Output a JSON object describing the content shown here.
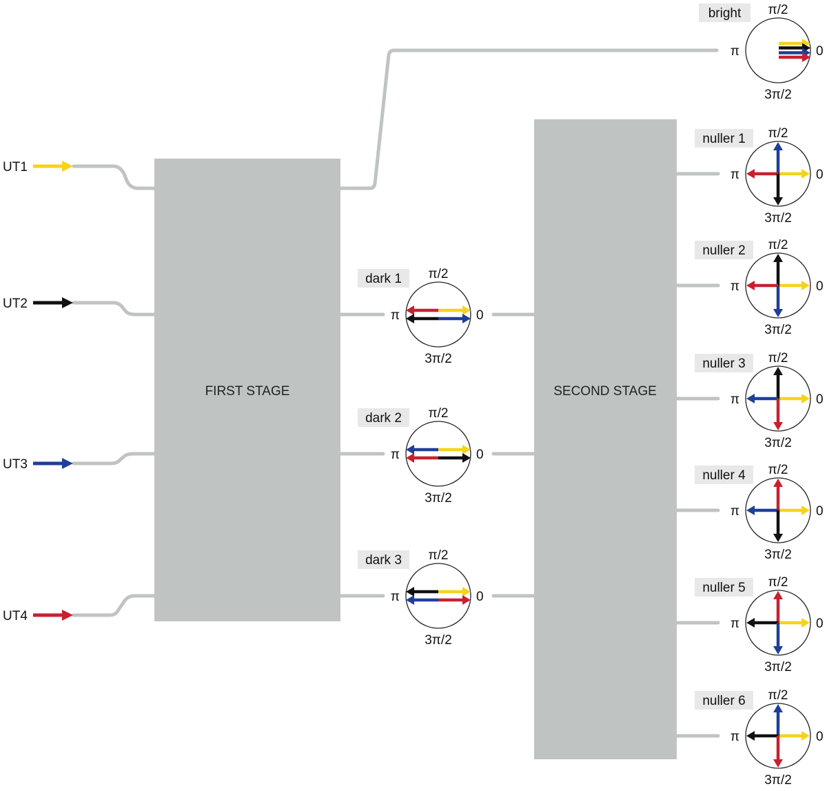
{
  "colors": {
    "ut1": "#f6d31a",
    "ut2": "#111111",
    "ut3": "#1f3e98",
    "ut4": "#c8202f",
    "waveguide": "#bfc4c3",
    "stage_fill": "#bfc4c3",
    "tag_fill": "#e8e8e8"
  },
  "inputs": [
    {
      "label": "UT1",
      "color": "#f6d31a"
    },
    {
      "label": "UT2",
      "color": "#111111"
    },
    {
      "label": "UT3",
      "color": "#1f3e98"
    },
    {
      "label": "UT4",
      "color": "#c8202f"
    }
  ],
  "stages": {
    "first": "FIRST STAGE",
    "second": "SECOND STAGE"
  },
  "axis_labels": {
    "zero": "0",
    "pi_half": "π/2",
    "pi": "π",
    "three_pi_half": "3π/2"
  },
  "outputs": {
    "bright": {
      "label": "bright",
      "phasors": [
        {
          "input": "UT1",
          "angle": "0"
        },
        {
          "input": "UT2",
          "angle": "0"
        },
        {
          "input": "UT3",
          "angle": "0"
        },
        {
          "input": "UT4",
          "angle": "0"
        }
      ]
    },
    "darks": [
      {
        "label": "dark 1",
        "phasors": [
          {
            "input": "UT1",
            "angle": "0"
          },
          {
            "input": "UT4",
            "angle": "π"
          },
          {
            "input": "UT3",
            "angle": "0"
          },
          {
            "input": "UT2",
            "angle": "π"
          }
        ]
      },
      {
        "label": "dark 2",
        "phasors": [
          {
            "input": "UT1",
            "angle": "0"
          },
          {
            "input": "UT3",
            "angle": "π"
          },
          {
            "input": "UT2",
            "angle": "0"
          },
          {
            "input": "UT4",
            "angle": "π"
          }
        ]
      },
      {
        "label": "dark 3",
        "phasors": [
          {
            "input": "UT1",
            "angle": "0"
          },
          {
            "input": "UT2",
            "angle": "π"
          },
          {
            "input": "UT4",
            "angle": "0"
          },
          {
            "input": "UT3",
            "angle": "π"
          }
        ]
      }
    ],
    "nullers": [
      {
        "label": "nuller 1",
        "phasors": [
          {
            "input": "UT1",
            "angle": "0"
          },
          {
            "input": "UT3",
            "angle": "π/2"
          },
          {
            "input": "UT4",
            "angle": "π"
          },
          {
            "input": "UT2",
            "angle": "3π/2"
          }
        ]
      },
      {
        "label": "nuller 2",
        "phasors": [
          {
            "input": "UT1",
            "angle": "0"
          },
          {
            "input": "UT2",
            "angle": "π/2"
          },
          {
            "input": "UT4",
            "angle": "π"
          },
          {
            "input": "UT3",
            "angle": "3π/2"
          }
        ]
      },
      {
        "label": "nuller 3",
        "phasors": [
          {
            "input": "UT1",
            "angle": "0"
          },
          {
            "input": "UT2",
            "angle": "π/2"
          },
          {
            "input": "UT3",
            "angle": "π"
          },
          {
            "input": "UT4",
            "angle": "3π/2"
          }
        ]
      },
      {
        "label": "nuller 4",
        "phasors": [
          {
            "input": "UT1",
            "angle": "0"
          },
          {
            "input": "UT4",
            "angle": "π/2"
          },
          {
            "input": "UT3",
            "angle": "π"
          },
          {
            "input": "UT2",
            "angle": "3π/2"
          }
        ]
      },
      {
        "label": "nuller 5",
        "phasors": [
          {
            "input": "UT1",
            "angle": "0"
          },
          {
            "input": "UT4",
            "angle": "π/2"
          },
          {
            "input": "UT2",
            "angle": "π"
          },
          {
            "input": "UT3",
            "angle": "3π/2"
          }
        ]
      },
      {
        "label": "nuller 6",
        "phasors": [
          {
            "input": "UT1",
            "angle": "0"
          },
          {
            "input": "UT3",
            "angle": "π/2"
          },
          {
            "input": "UT2",
            "angle": "π"
          },
          {
            "input": "UT4",
            "angle": "3π/2"
          }
        ]
      }
    ]
  }
}
